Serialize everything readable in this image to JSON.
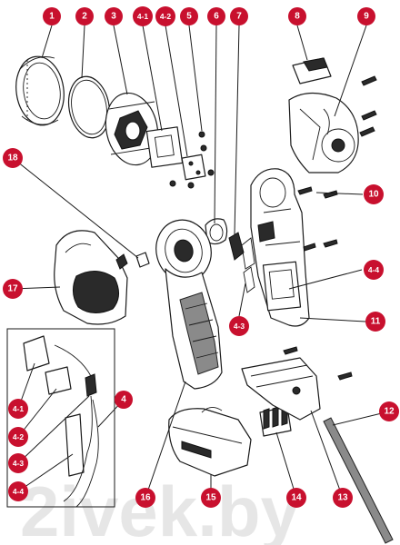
{
  "watermark": "2ivek.by",
  "callouts": [
    {
      "id": "c1",
      "label": "1"
    },
    {
      "id": "c2",
      "label": "2"
    },
    {
      "id": "c3",
      "label": "3"
    },
    {
      "id": "c4-1-top",
      "label": "4-1"
    },
    {
      "id": "c4-2-top",
      "label": "4-2"
    },
    {
      "id": "c5",
      "label": "5"
    },
    {
      "id": "c6",
      "label": "6"
    },
    {
      "id": "c7",
      "label": "7"
    },
    {
      "id": "c8",
      "label": "8"
    },
    {
      "id": "c9",
      "label": "9"
    },
    {
      "id": "c10",
      "label": "10"
    },
    {
      "id": "c4-4-right",
      "label": "4-4"
    },
    {
      "id": "c4-3-mid",
      "label": "4-3"
    },
    {
      "id": "c11",
      "label": "11"
    },
    {
      "id": "c18",
      "label": "18"
    },
    {
      "id": "c17",
      "label": "17"
    },
    {
      "id": "c4",
      "label": "4"
    },
    {
      "id": "c4-1-left",
      "label": "4-1"
    },
    {
      "id": "c4-2-left",
      "label": "4-2"
    },
    {
      "id": "c4-3-left",
      "label": "4-3"
    },
    {
      "id": "c4-4-left",
      "label": "4-4"
    },
    {
      "id": "c12",
      "label": "12"
    },
    {
      "id": "c13",
      "label": "13"
    },
    {
      "id": "c14",
      "label": "14"
    },
    {
      "id": "c15",
      "label": "15"
    },
    {
      "id": "c16",
      "label": "16"
    }
  ]
}
